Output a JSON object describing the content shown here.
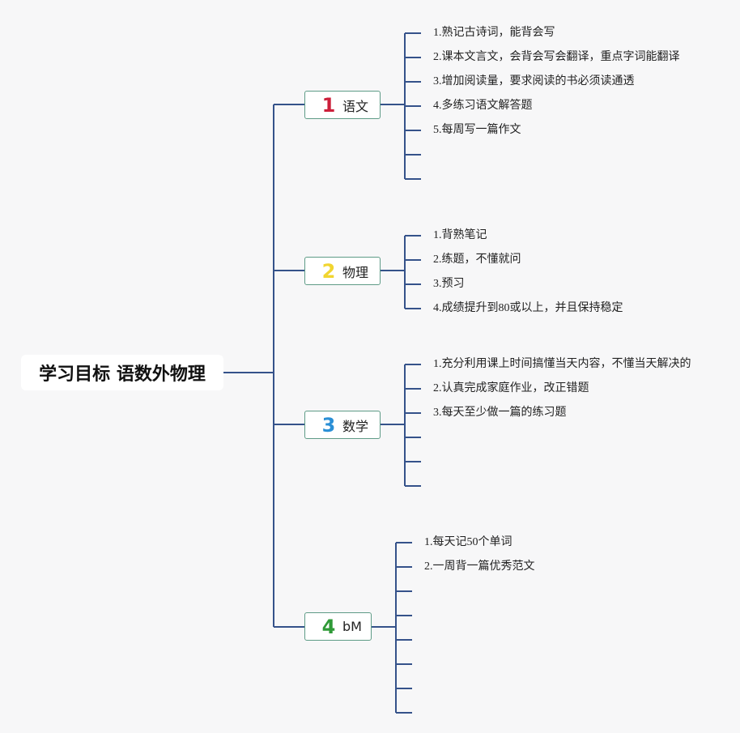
{
  "root": {
    "title": "学习目标 语数外物理"
  },
  "colors": {
    "line": "#35528a",
    "topic_border": "#5e9b86",
    "badge_1": "#cc1f3a",
    "badge_2": "#f1d530",
    "badge_3": "#2a8fd6",
    "badge_4": "#2f9a37"
  },
  "topics": [
    {
      "number": "1",
      "label": "语文",
      "items": [
        "1.熟记古诗词，能背会写",
        "2.课本文言文，会背会写会翻译，重点字词能翻译",
        "3.增加阅读量，要求阅读的书必须读通透",
        "4.多练习语文解答题",
        "5.每周写一篇作文",
        "",
        ""
      ]
    },
    {
      "number": "2",
      "label": "物理",
      "items": [
        "1.背熟笔记",
        "2.练题，不懂就问",
        "3.预习",
        "4.成绩提升到80或以上，并且保持稳定"
      ]
    },
    {
      "number": "3",
      "label": "数学",
      "items": [
        "1.充分利用课上时间搞懂当天内容，不懂当天解决的",
        "2.认真完成家庭作业，改正错题",
        "3.每天至少做一篇的练习题",
        "",
        "",
        ""
      ]
    },
    {
      "number": "4",
      "label": "bM",
      "items": [
        "1.每天记50个单词",
        "2.一周背一篇优秀范文",
        "",
        "",
        "",
        "",
        "",
        ""
      ]
    }
  ]
}
